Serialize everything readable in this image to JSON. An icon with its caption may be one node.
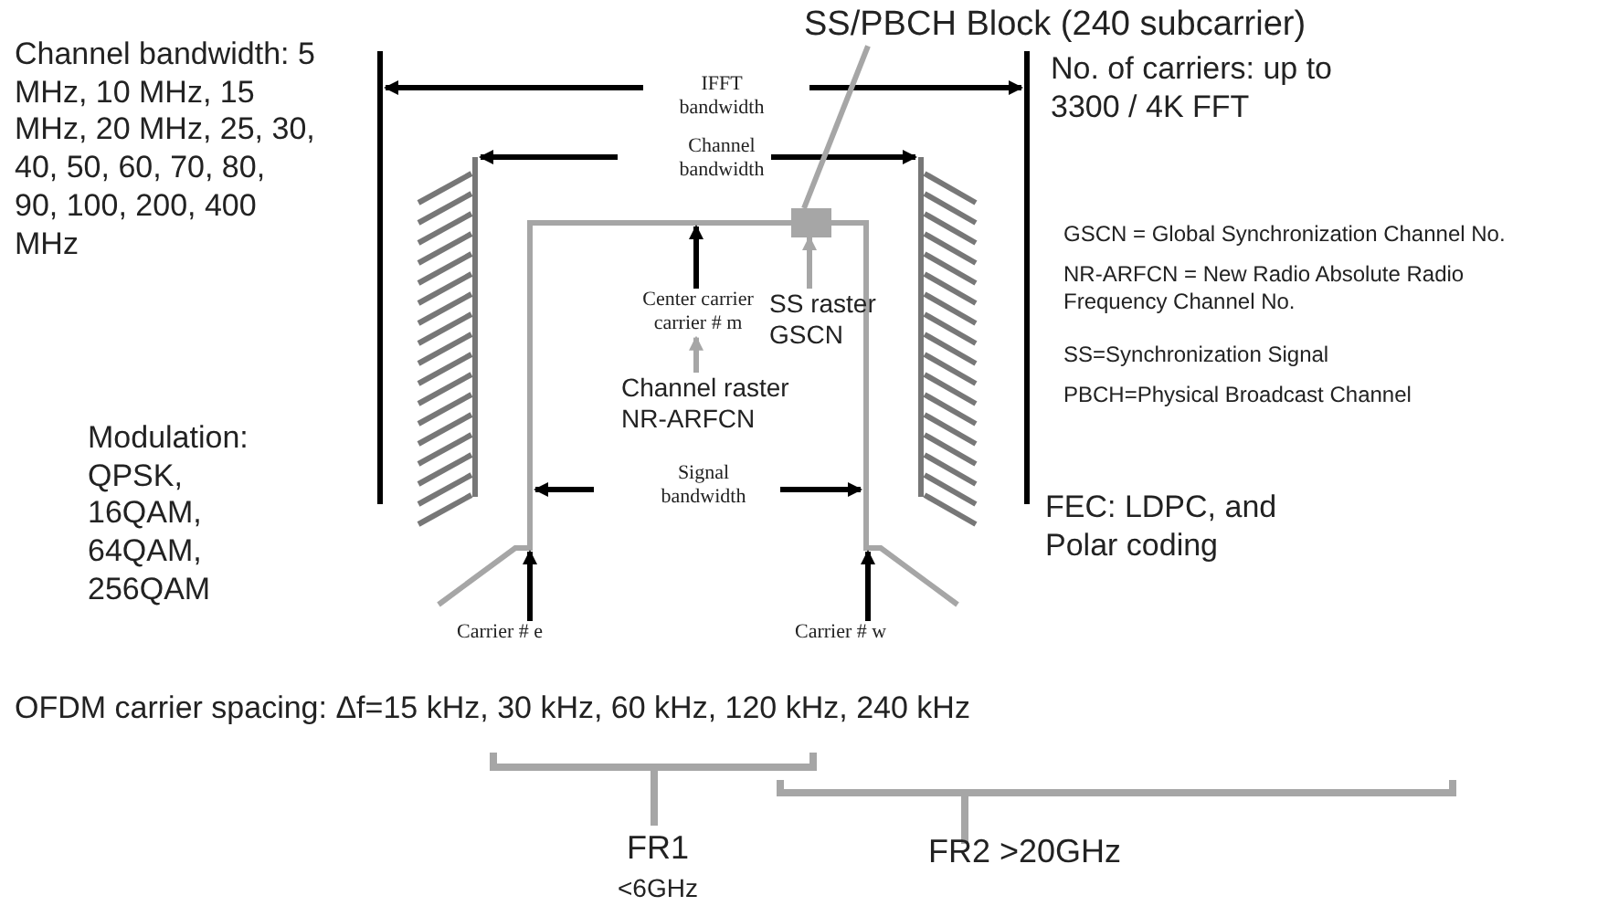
{
  "diagram": {
    "nodes": [
      {
        "text": [
          "SS/PBCH Block (240 subcarrier)"
        ]
      },
      {
        "text": [],
        "shape": "box"
      },
      {
        "text": [
          "SS raster GSCN"
        ]
      },
      {
        "text": [
          "Center carrier carrier # m"
        ]
      },
      {
        "text": [
          "Channel raster NR-ARFCN"
        ]
      },
      {
        "text": [
          "Carrier # e"
        ]
      },
      {
        "text": [
          "Carrier # w"
        ]
      }
    ],
    "edges": [
      {
        "from": 0,
        "to": 1,
        "arrow": "none",
        "color": "#a6a6a6"
      },
      {
        "from": 2,
        "to": 1,
        "arrow": "to",
        "color": "#a6a6a6"
      },
      {
        "from": 4,
        "to": 3,
        "arrow": "to",
        "color": "#a6a6a6"
      },
      {
        "from": 3,
        "to": null,
        "arrow": "to",
        "color": "#000000"
      },
      {
        "from": 5,
        "to": null,
        "arrow": "to",
        "color": "#000000"
      },
      {
        "from": 6,
        "to": null,
        "arrow": "to",
        "color": "#000000"
      }
    ],
    "labels": [
      "Channel bandwidth: 5 MHz, 10 MHz, 15 MHz, 20 MHz, 25, 30, 40, 50, 60, 70, 80, 90, 100, 200, 400 MHz",
      "IFFT bandwidth",
      "No. of carriers: up to 3300 / 4K FFT",
      "Channel bandwidth",
      "GSCN = Global Synchronization Channel No.",
      "NR-ARFCN = New Radio Absolute Radio Frequency Channel No.",
      "SS=Synchronization Signal",
      "PBCH=Physical Broadcast Channel",
      "Modulation: QPSK, 16QAM, 64QAM, 256QAM",
      "Signal bandwidth",
      "FEC: LDPC, and Polar coding",
      "OFDM carrier spacing: Δf=15 kHz, 30 kHz, 60 kHz, 120 kHz, 240 kHz",
      "FR1",
      "FR2 >20GHz",
      "<6GHz"
    ]
  }
}
